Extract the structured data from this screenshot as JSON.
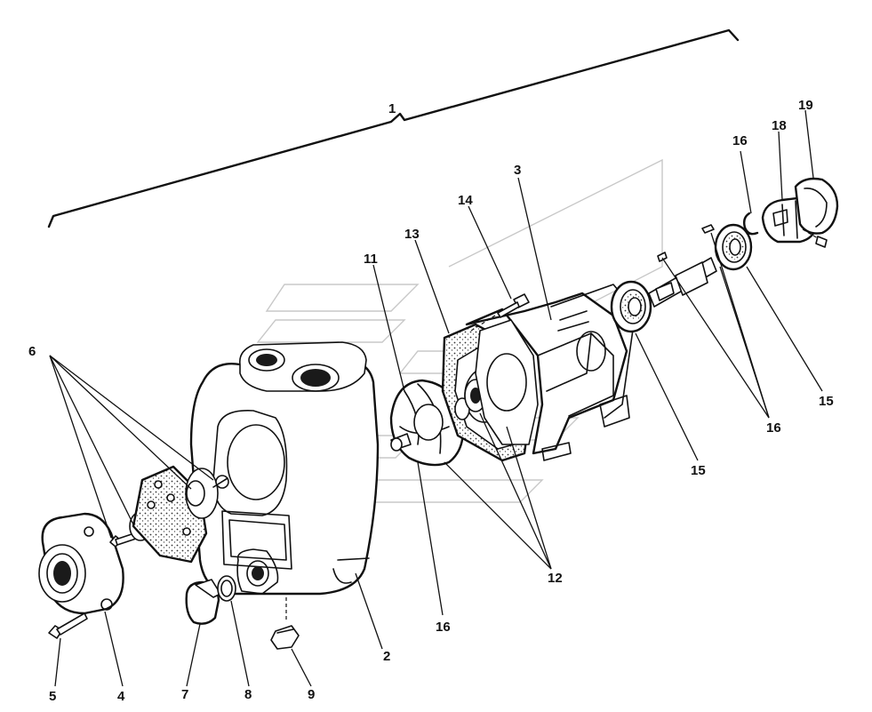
{
  "diagram": {
    "callouts": {
      "c1": "1",
      "c2": "2",
      "c3": "3",
      "c4": "4",
      "c5": "5",
      "c6": "6",
      "c7": "7",
      "c8": "8",
      "c9": "9",
      "c11": "11",
      "c12": "12",
      "c13": "13",
      "c14": "14",
      "c15a": "15",
      "c15b": "15",
      "c16a": "16",
      "c16b": "16",
      "c16c": "16",
      "c18": "18",
      "c19": "19"
    }
  }
}
